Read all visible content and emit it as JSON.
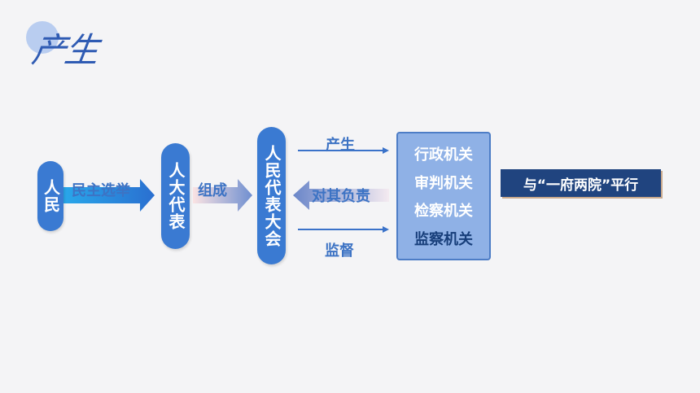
{
  "title": "产生",
  "nodes": {
    "people": "人民",
    "npc_deputies": "人大代表",
    "npc": "人民代表大会"
  },
  "edges": {
    "democratic_election": "民主选举",
    "compose": "组成",
    "produce": "产生",
    "responsible": "对其负责",
    "supervise": "监督"
  },
  "organs": [
    "行政机关",
    "审判机关",
    "检察机关",
    "监察机关"
  ],
  "note": "与“一府两院”平行"
}
